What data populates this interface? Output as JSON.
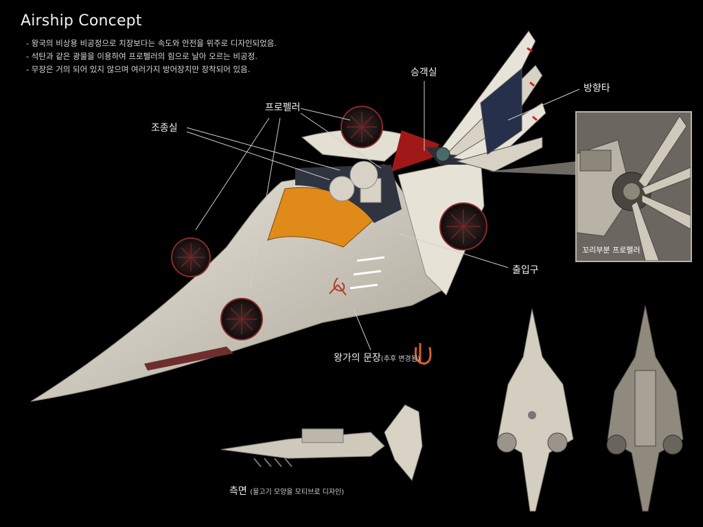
{
  "title": "Airship Concept",
  "notes": [
    "- 왕국의 비상용 비공정으로 치장보다는 속도와 안전을 위주로 디자인되었음.",
    "- 석탄과 같은 광물을 이용하여 프로펠러의 힘으로 날아 오르는 비공정.",
    "- 무장은 거의 되어 있지 않으며 여러가지 방어장치만 장착되어 있음."
  ],
  "labels": {
    "passenger": "승객실",
    "rudder": "방향타",
    "propeller": "프로펠러",
    "cockpit": "조종실",
    "entrance": "출입구",
    "emblem": "왕가의 문장",
    "emblem_note": "(추후 변경됨)",
    "side": "측면",
    "side_note": "(물고기 모양을 모티브로 디자인)",
    "tail_caption": "꼬리부분 프로펠러"
  },
  "colors": {
    "hull": "#ddd8cc",
    "accent_red": "#b01c1c",
    "canopy": "#e08a1a",
    "line": "#c8c8c8"
  }
}
